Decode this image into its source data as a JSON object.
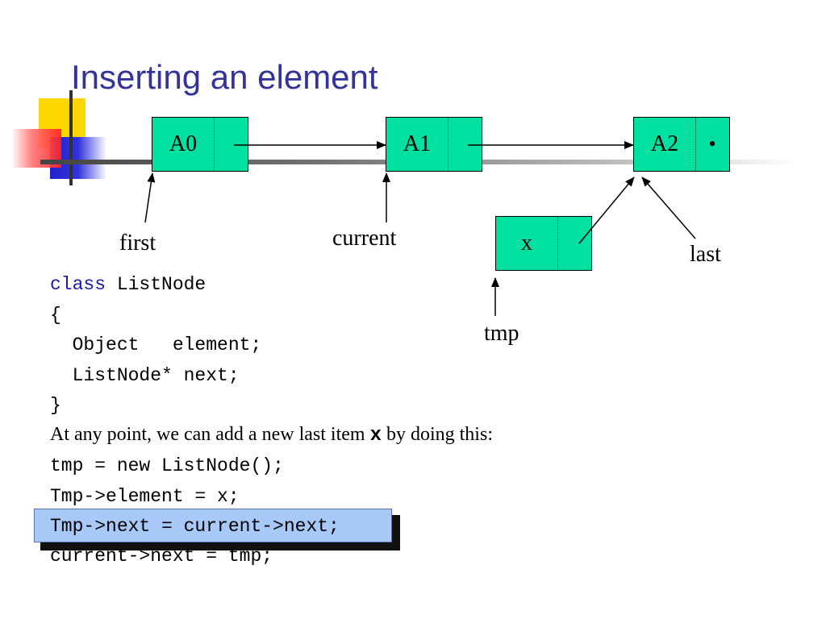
{
  "slide": {
    "title": "Inserting an element",
    "accent_colors": {
      "title": "#333399",
      "node": "#00e0a0",
      "deco_yellow": "#ffd700",
      "deco_blue": "#3333cc",
      "deco_red": "#ff3333"
    }
  },
  "diagram": {
    "nodes": [
      {
        "id": "A0",
        "label": "A0",
        "pointer": ""
      },
      {
        "id": "A1",
        "label": "A1",
        "pointer": ""
      },
      {
        "id": "A2",
        "label": "A2",
        "pointer": "•"
      },
      {
        "id": "x",
        "label": "x",
        "pointer": ""
      }
    ],
    "pointer_labels": {
      "first": "first",
      "current": "current",
      "last": "last",
      "tmp": "tmp"
    }
  },
  "code": {
    "line1_kw": "class",
    "line1_rest": " ListNode",
    "line2": "{",
    "line3": "  Object   element;",
    "line4": "  ListNode* next;",
    "line5": "}",
    "prose_before": "At any point, we can add a new last item ",
    "prose_var": "x",
    "prose_after": " by doing this:",
    "line6": "tmp = new ListNode();",
    "line7": "Tmp->element = x;",
    "line8": "Tmp->next = current->next;",
    "line9": "current->next = tmp;"
  }
}
